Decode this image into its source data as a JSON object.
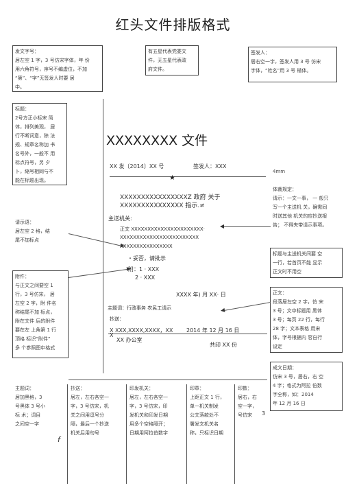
{
  "title": "红头文件排版格式",
  "doc_heading": "XXXXXXXX 文件",
  "annotations": {
    "issuing_number": "发文字号：\n居左空 1 字，3 号仿宋字体，年 份\n用六角符号，序号不编虚位，不加\n“第”、“字”无签发人时要 居\n中。",
    "five_level_wordmark": "有五星代表党委文\n件，无五星代表政\n府文件。",
    "signer": "签发人：\n居右空一字，签发人用 3 号 仿宋\n字体，“姓名”用 3 号 楷体。",
    "title_note": "标题：\n2号方正小标宋 简\n体，排列美观， 居\n行不断词意，除 法\n规、规章名称加 书\n名号外，一般不 用\n标点符号，另 夕\n卜，縮号相同与不\n能在标题出现。",
    "gap_4mm": "4mm",
    "body_rule": "体裁规定：\n请示：一文一事， 一 般只\n写一个主送机 关，确需同\n时送其他 机关的应抄送报\n告； 不得夹带请示事项。",
    "request_note": "请示语：\n居左空 2 格，结\n尾不加标点",
    "title_gap": "标题与主送机关间要 空\n一行，若首页不能 显示\n正文时不用空",
    "attachment": "附件：\n与正文之间要空 1\n行，3 号仿宋， 居\n左空 2 字，附 件名\n称结尾不加 标点，\n附在文件 后的附件\n要在左 上角第 1 行\n顶格 标识“附件”\n多 个参照图中格式",
    "body_text": "正文：\n段落居左空 2 字，仿 宋\n3 号；文中标题用 黑体\n3 号；每页 22 行，每行\n28 字；文本表格 用宋\n体，字号根据内 容自行\n设定",
    "issue_date": "成文日期：\n仿宋 3 号，居右，右 空\n4 字；格式为阿拉 伯数\n字全称，如：2014\n年 12 月 16 日"
  },
  "sample": {
    "doc_number": "XX 发〔2014〕XX 号",
    "signer_line": "签发人：XXX",
    "subject_line1": "XXXXXXXXXXXXXXXXZ 政府 关于",
    "subject_line2": "XXXXXXXXXXXXXXX 指示.≠",
    "recipient": "主送机关:",
    "body_line1": "正文 XXXXXXXXXXXXXXXXXXXXXX·",
    "body_line2": "XXXXXXXXXXXXXXXXXXXXXXXX",
    "body_line3": "XXXXXXXXXXXXXXXX",
    "request_phrase": "・妥否，请批示",
    "attach_label": "附：1 · XXX",
    "attach_item2": "2    · XXX",
    "date_cn": "XXXX 年)    月 XX· 日",
    "theme_words": "主题词：行政事务     农民工请示",
    "cc_label": "抄送：",
    "cc_line": "X   XXX,XXXX,XXXX，XX",
    "cc_x": "X",
    "office": "XX 办公室",
    "print_date": "2014 年 12 月 16 日",
    "copies": "共印 XX 份",
    "star": "★",
    "f_mark": "f",
    "page_no": "3"
  },
  "bottom": {
    "theme_words": "主题词：\n居加黑格，3\n号黑体 3 号小\n标 术；词目\n之间空一字",
    "cc": "抄送：\n居左，左右各空一\n字，3 号仿宋，机\n关之间用逗号分\n隔，最后一个抄送\n机关后用句号",
    "issuer": "印发机关：\n居左，左右各空一\n字，3 号仿宋，印\n发机关和印发日期\n用多个空格隔开；\n日期用阿拉伯数字",
    "seal": "印章：\n上距正文 1 行，\n单一机关制发\n公文落款处不\n署发文机关名\n称，只标识日期",
    "copies": "印数：\n居右，右\n空一字，\n号仿宋"
  }
}
